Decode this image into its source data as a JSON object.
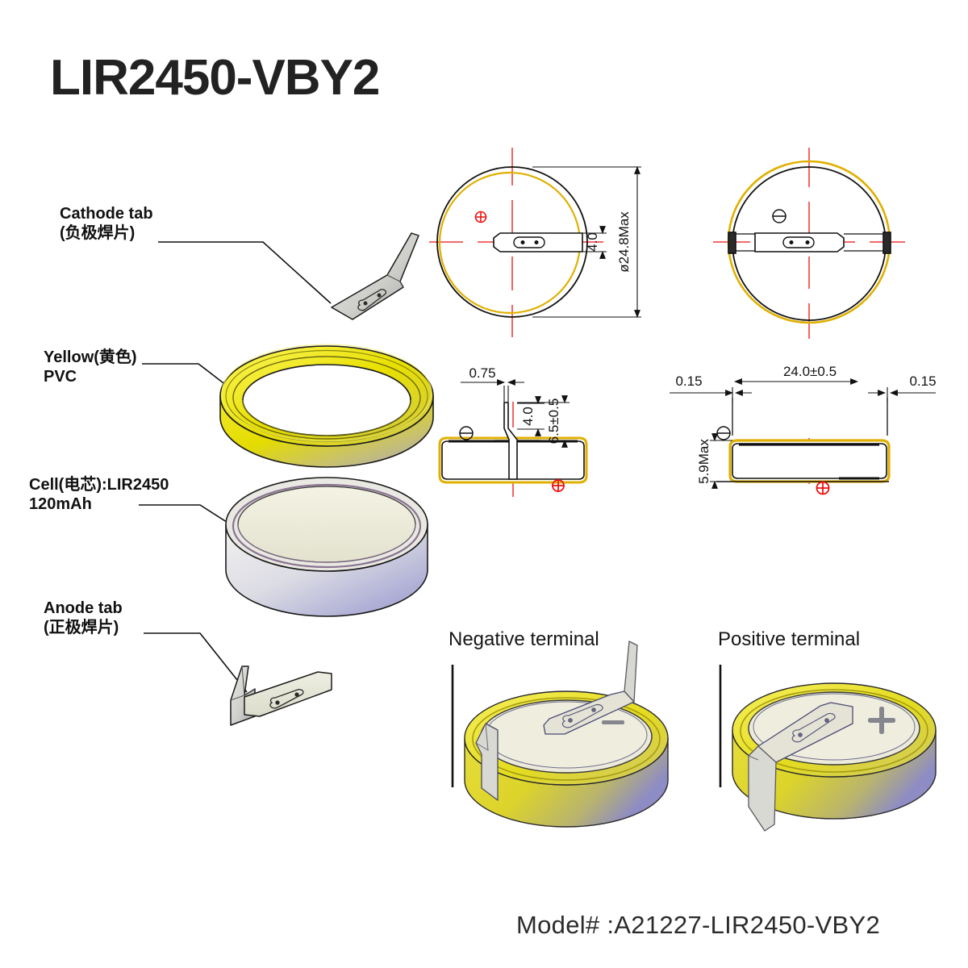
{
  "document": {
    "title": "LIR2450-VBY2",
    "model_footer": "Model# :A21227-LIR2450-VBY2"
  },
  "callouts": [
    {
      "id": "cathode-tab",
      "label": "Cathode tab\n(负极焊片)"
    },
    {
      "id": "yellow-pvc",
      "label": "Yellow(黄色)\nPVC"
    },
    {
      "id": "cell",
      "label": "Cell(电芯):LIR2450\n120mAh"
    },
    {
      "id": "anode-tab",
      "label": "Anode tab\n(正极焊片)"
    }
  ],
  "view_labels": {
    "negative_terminal": "Negative terminal",
    "positive_terminal": "Positive terminal"
  },
  "dimensions": {
    "top_view_diameter": "ø24.8Max",
    "top_view_tab_width": "4.0",
    "side_tab_thickness": "0.75",
    "side_tab_step": "4.0",
    "side_tab_height": "6.5±0.5",
    "front_left_offset": "0.15",
    "front_width": "24.0±0.5",
    "front_right_offset": "0.15",
    "front_height": "5.9Max"
  },
  "polarity_symbols": {
    "positive": "⊕",
    "negative": "⊖",
    "plus_mark": "+",
    "minus_mark": "−"
  },
  "colors": {
    "pvc_yellow": "#e8e000",
    "pvc_yellow_dark": "#b8b000",
    "centerline_red": "#ee1111",
    "line_black": "#111111",
    "cell_cream": "#ebeada",
    "metal_grey": "#c9c9cf",
    "body_violet": "#9a9ad0"
  }
}
